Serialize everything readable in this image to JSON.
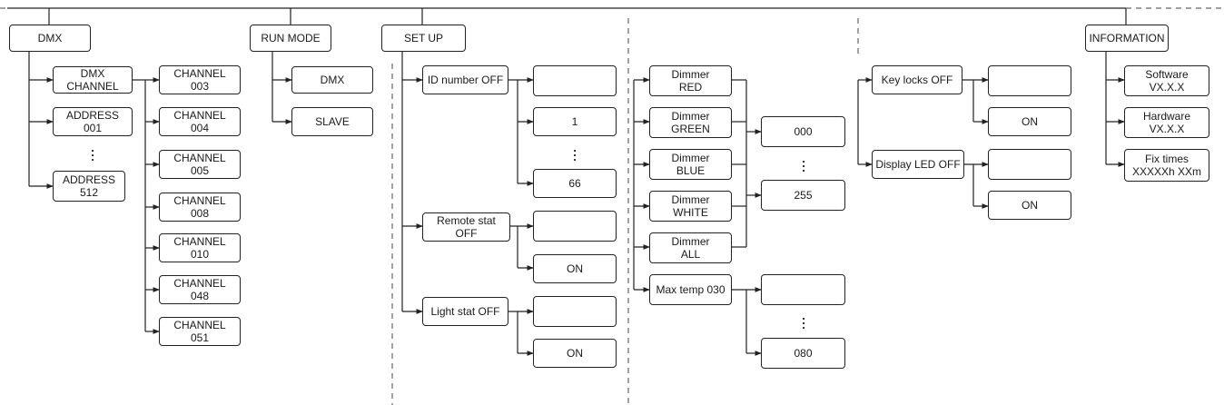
{
  "boxes": {
    "dmx": "DMX",
    "dmx_channel": "DMX CHANNEL",
    "address_001": "ADDRESS\n001",
    "address_512": "ADDRESS\n512",
    "channel_003": "CHANNEL\n003",
    "channel_004": "CHANNEL\n004",
    "channel_005": "CHANNEL\n005",
    "channel_008": "CHANNEL\n008",
    "channel_010": "CHANNEL\n010",
    "channel_048": "CHANNEL\n048",
    "channel_051": "CHANNEL\n051",
    "run_mode": "RUN MODE",
    "run_dmx": "DMX",
    "run_slave": "SLAVE",
    "set_up": "SET UP",
    "id_number": "ID number OFF",
    "id_blank": "",
    "id_1": "1",
    "id_66": "66",
    "remote_stat": "Remote stat OFF",
    "remote_blank": "",
    "remote_on": "ON",
    "light_stat": "Light stat OFF",
    "light_blank": "",
    "light_on": "ON",
    "dimmer_red": "Dimmer\nRED",
    "dimmer_green": "Dimmer\nGREEN",
    "dimmer_blue": "Dimmer\nBLUE",
    "dimmer_white": "Dimmer\nWHITE",
    "dimmer_all": "Dimmer\nALL",
    "dimmer_000": "000",
    "dimmer_255": "255",
    "max_temp": "Max temp 030",
    "temp_blank": "",
    "temp_080": "080",
    "key_locks": "Key locks OFF",
    "key_blank": "",
    "key_on": "ON",
    "display_led": "Display LED OFF",
    "display_blank": "",
    "display_on": "ON",
    "information": "INFORMATION",
    "software": "Software\nVX.X.X",
    "hardware": "Hardware\nVX.X.X",
    "fix_times": "Fix times\nXXXXXh XXm"
  },
  "colors": {
    "line": "#222222",
    "dashed": "#666666",
    "background": "#ffffff"
  }
}
